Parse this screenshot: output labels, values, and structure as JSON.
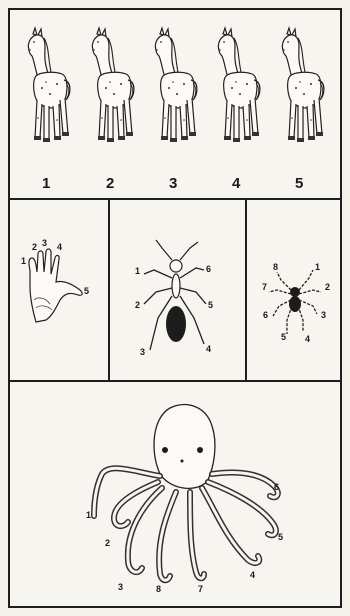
{
  "horses": {
    "numbers": [
      "1",
      "2",
      "3",
      "4",
      "5"
    ]
  },
  "hand": {
    "numbers": [
      "1",
      "2",
      "3",
      "4",
      "5"
    ]
  },
  "ant": {
    "numbers": [
      "1",
      "2",
      "3",
      "4",
      "5",
      "6"
    ]
  },
  "spider": {
    "numbers": [
      "1",
      "2",
      "3",
      "4",
      "5",
      "6",
      "7",
      "8"
    ]
  },
  "octopus": {
    "numbers": [
      "1",
      "2",
      "3",
      "4",
      "5",
      "6",
      "7",
      "8"
    ]
  },
  "colors": {
    "ink": "#1b1b1b",
    "paper": "#f4f1ea"
  }
}
